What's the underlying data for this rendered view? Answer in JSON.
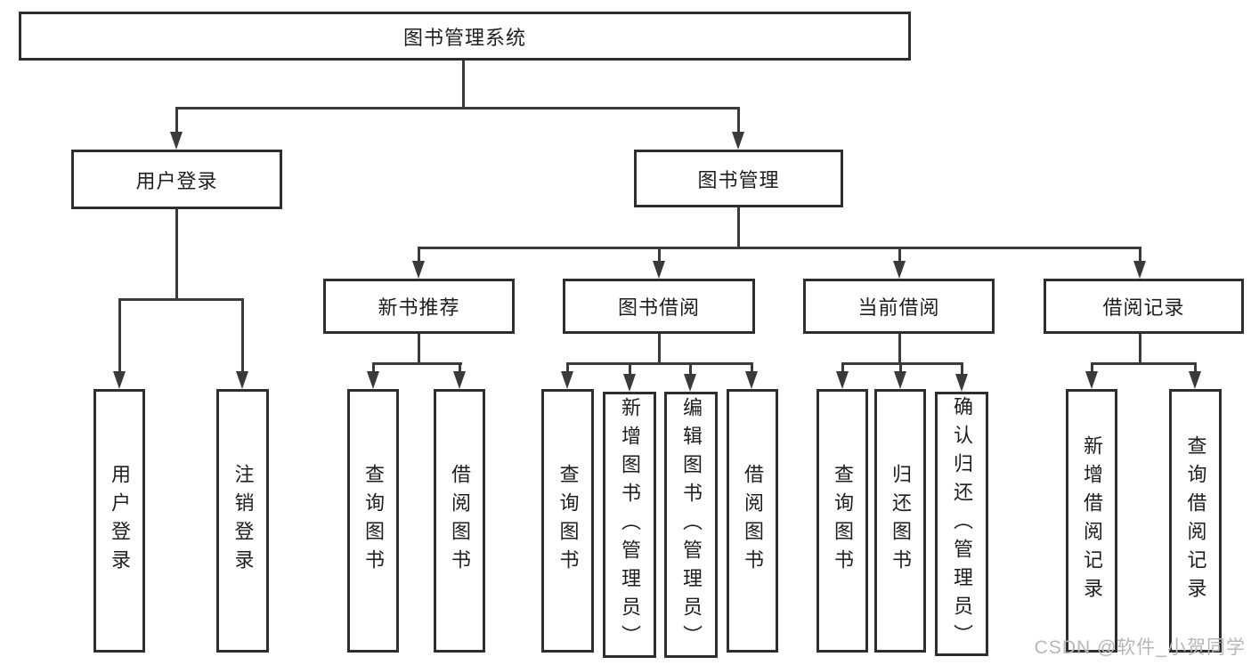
{
  "tree": {
    "root": {
      "label": "图书管理系统",
      "children": [
        {
          "label": "用户登录",
          "children": [
            {
              "label": "用户登录"
            },
            {
              "label": "注销登录"
            }
          ]
        },
        {
          "label": "图书管理",
          "children": [
            {
              "label": "新书推荐",
              "children": [
                {
                  "label": "查询图书"
                },
                {
                  "label": "借阅图书"
                }
              ]
            },
            {
              "label": "图书借阅",
              "children": [
                {
                  "label": "查询图书"
                },
                {
                  "label": "新增图书（管理员）"
                },
                {
                  "label": "编辑图书（管理员）"
                },
                {
                  "label": "借阅图书"
                }
              ]
            },
            {
              "label": "当前借阅",
              "children": [
                {
                  "label": "查询图书"
                },
                {
                  "label": "归还图书"
                },
                {
                  "label": "确认归还（管理员）"
                }
              ]
            },
            {
              "label": "借阅记录",
              "children": [
                {
                  "label": "新增借阅记录"
                },
                {
                  "label": "查询借阅记录"
                }
              ]
            }
          ]
        }
      ]
    }
  },
  "colors": {
    "line": "#3a3a3a",
    "box_border": "#2e2e2e",
    "text": "#1e1e1e",
    "watermark": "#b7b7ba",
    "background": "#ffffff"
  },
  "watermark": {
    "text": "CSDN @软件_小贺同学"
  }
}
